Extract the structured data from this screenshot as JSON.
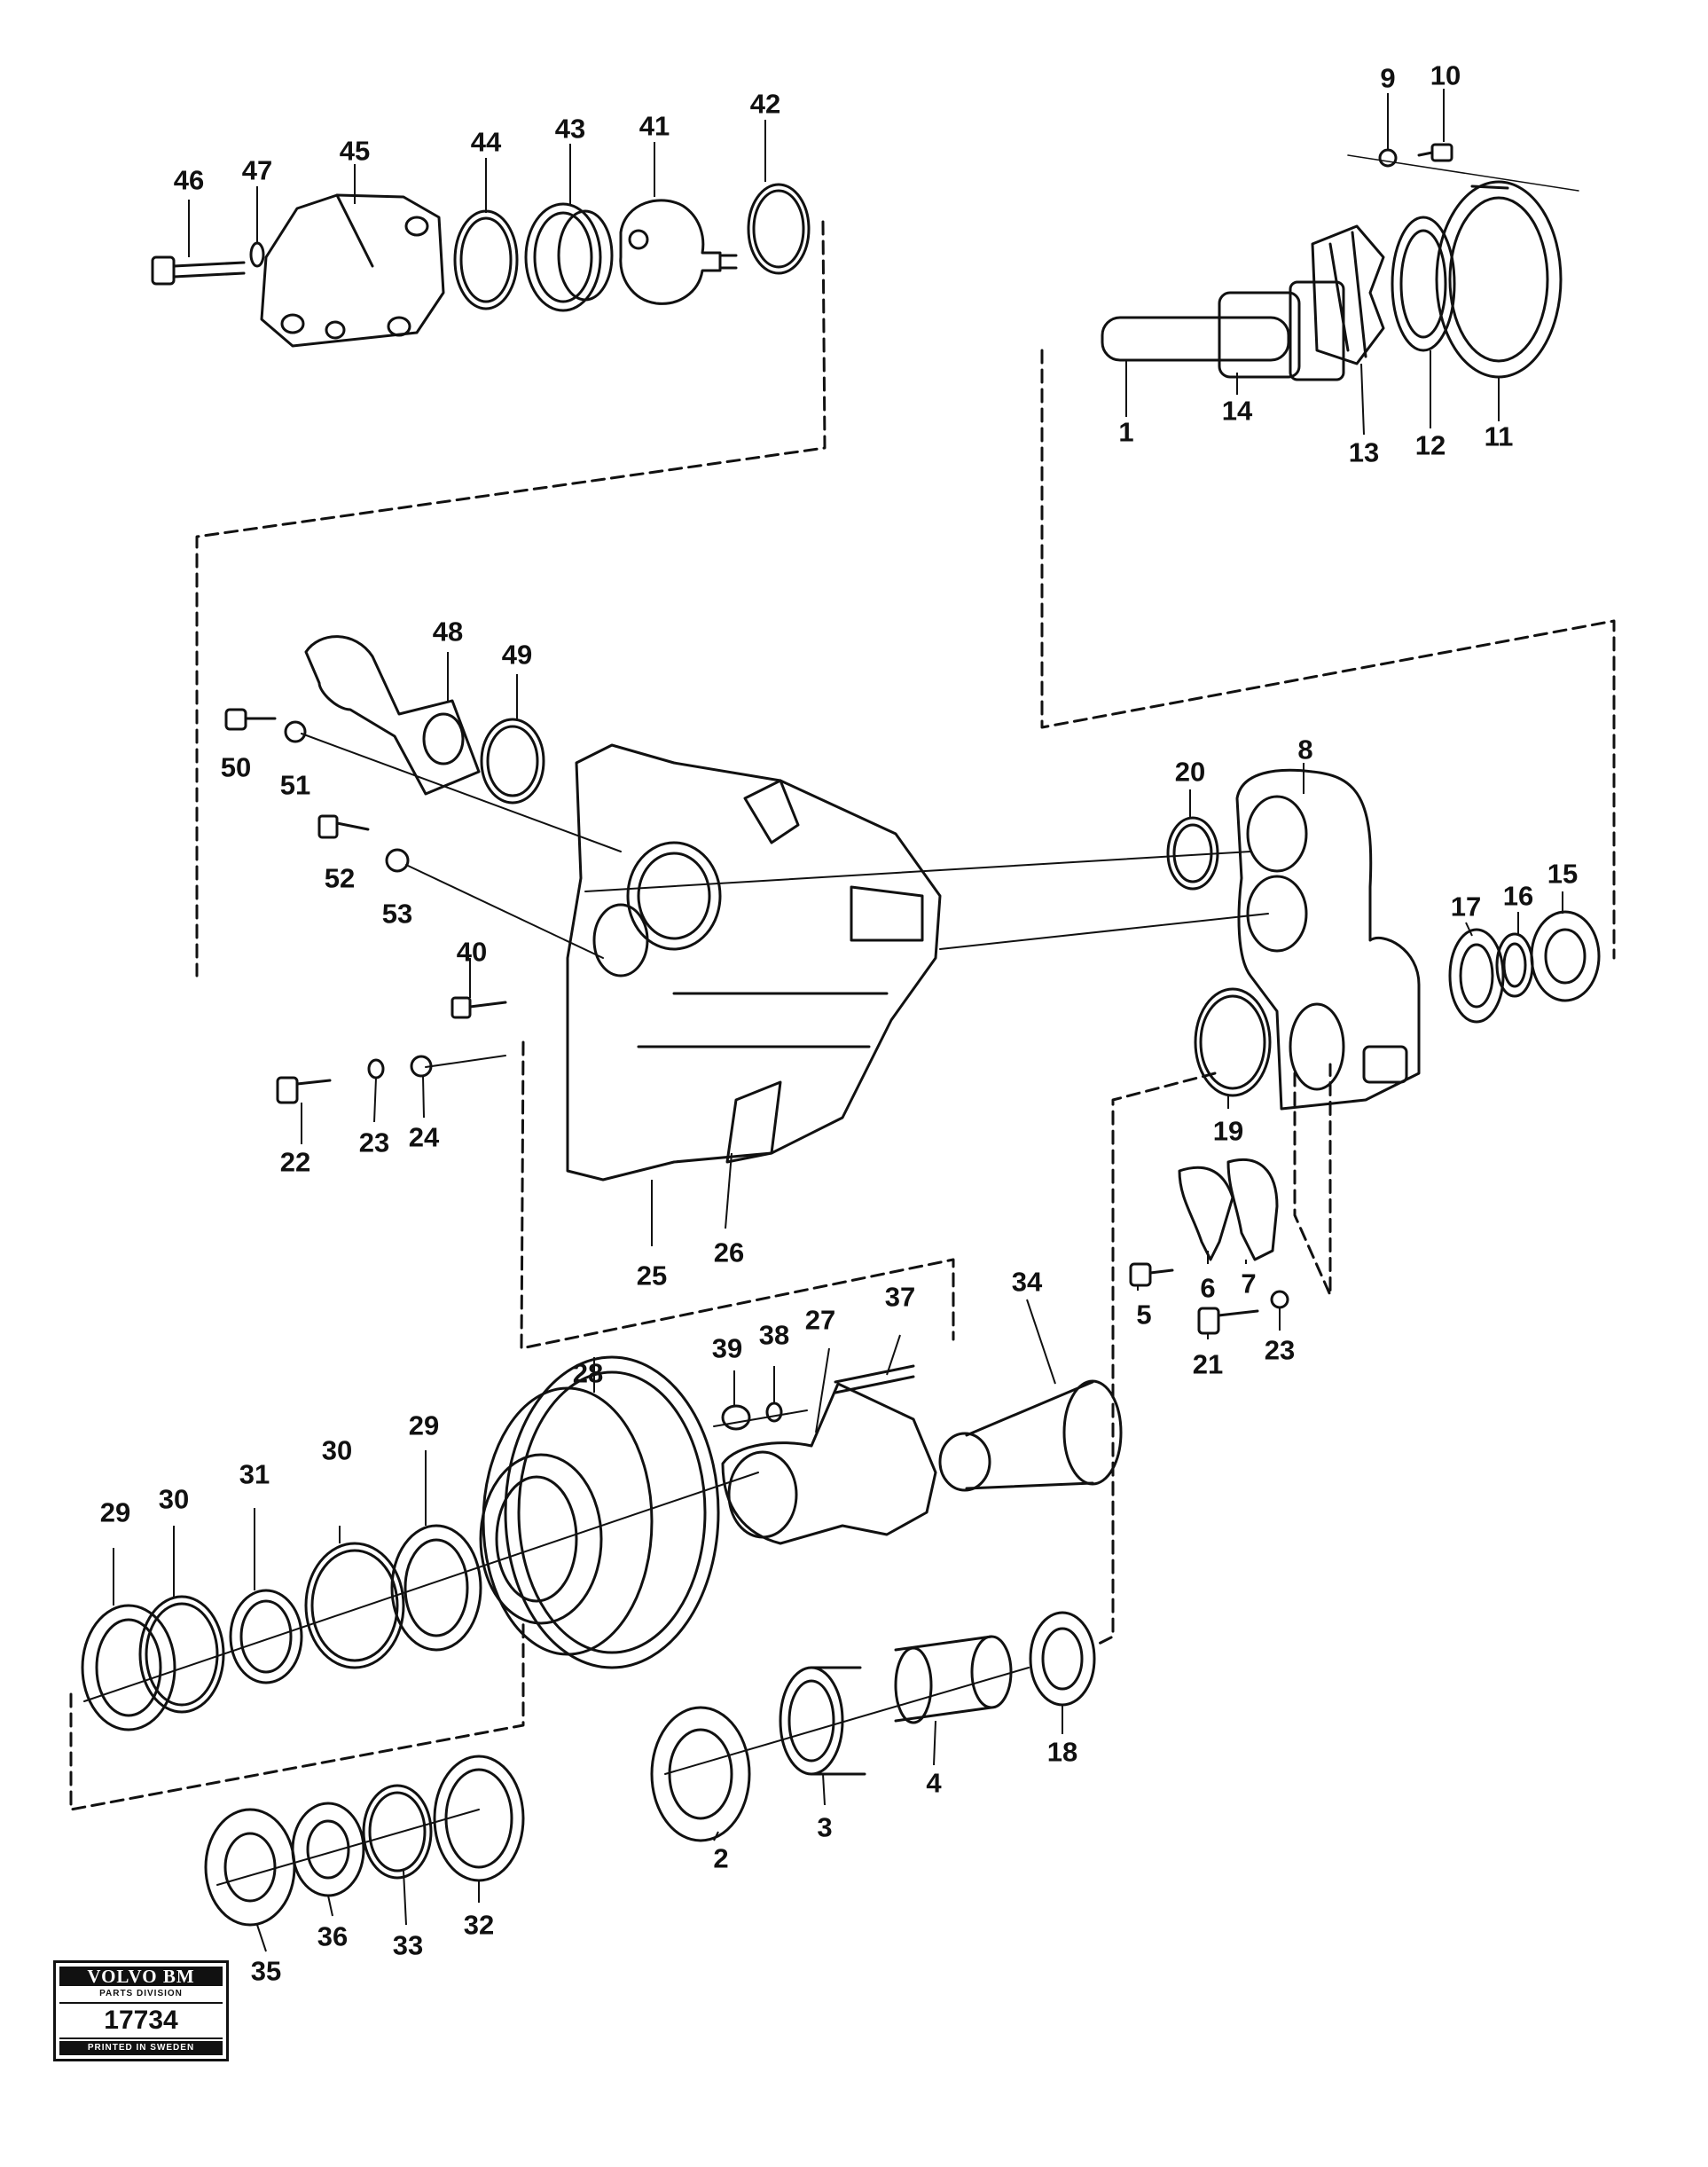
{
  "callouts": [
    {
      "id": "c-46",
      "text": "46"
    },
    {
      "id": "c-47",
      "text": "47"
    },
    {
      "id": "c-45",
      "text": "45"
    },
    {
      "id": "c-44",
      "text": "44"
    },
    {
      "id": "c-43",
      "text": "43"
    },
    {
      "id": "c-41",
      "text": "41"
    },
    {
      "id": "c-42",
      "text": "42"
    },
    {
      "id": "c-9",
      "text": "9"
    },
    {
      "id": "c-10",
      "text": "10"
    },
    {
      "id": "c-1",
      "text": "1"
    },
    {
      "id": "c-14",
      "text": "14"
    },
    {
      "id": "c-13",
      "text": "13"
    },
    {
      "id": "c-12",
      "text": "12"
    },
    {
      "id": "c-11",
      "text": "11"
    },
    {
      "id": "c-48",
      "text": "48"
    },
    {
      "id": "c-49",
      "text": "49"
    },
    {
      "id": "c-50",
      "text": "50"
    },
    {
      "id": "c-51",
      "text": "51"
    },
    {
      "id": "c-52",
      "text": "52"
    },
    {
      "id": "c-53",
      "text": "53"
    },
    {
      "id": "c-40",
      "text": "40"
    },
    {
      "id": "c-20",
      "text": "20"
    },
    {
      "id": "c-8",
      "text": "8"
    },
    {
      "id": "c-17",
      "text": "17"
    },
    {
      "id": "c-16",
      "text": "16"
    },
    {
      "id": "c-15",
      "text": "15"
    },
    {
      "id": "c-22",
      "text": "22"
    },
    {
      "id": "c-23a",
      "text": "23"
    },
    {
      "id": "c-24",
      "text": "24"
    },
    {
      "id": "c-19",
      "text": "19"
    },
    {
      "id": "c-25",
      "text": "25"
    },
    {
      "id": "c-26",
      "text": "26"
    },
    {
      "id": "c-6",
      "text": "6"
    },
    {
      "id": "c-7",
      "text": "7"
    },
    {
      "id": "c-5",
      "text": "5"
    },
    {
      "id": "c-21",
      "text": "21"
    },
    {
      "id": "c-23b",
      "text": "23"
    },
    {
      "id": "c-34",
      "text": "34"
    },
    {
      "id": "c-37",
      "text": "37"
    },
    {
      "id": "c-27",
      "text": "27"
    },
    {
      "id": "c-38",
      "text": "38"
    },
    {
      "id": "c-39",
      "text": "39"
    },
    {
      "id": "c-28",
      "text": "28"
    },
    {
      "id": "c-29a",
      "text": "29"
    },
    {
      "id": "c-30a",
      "text": "30"
    },
    {
      "id": "c-31",
      "text": "31"
    },
    {
      "id": "c-30b",
      "text": "30"
    },
    {
      "id": "c-29b",
      "text": "29"
    },
    {
      "id": "c-18",
      "text": "18"
    },
    {
      "id": "c-4",
      "text": "4"
    },
    {
      "id": "c-3",
      "text": "3"
    },
    {
      "id": "c-2",
      "text": "2"
    },
    {
      "id": "c-32",
      "text": "32"
    },
    {
      "id": "c-33",
      "text": "33"
    },
    {
      "id": "c-36",
      "text": "36"
    },
    {
      "id": "c-35",
      "text": "35"
    }
  ],
  "stamp": {
    "brand": "VOLVO BM",
    "division": "PARTS DIVISION",
    "number": "17734",
    "footer": "PRINTED IN SWEDEN"
  }
}
